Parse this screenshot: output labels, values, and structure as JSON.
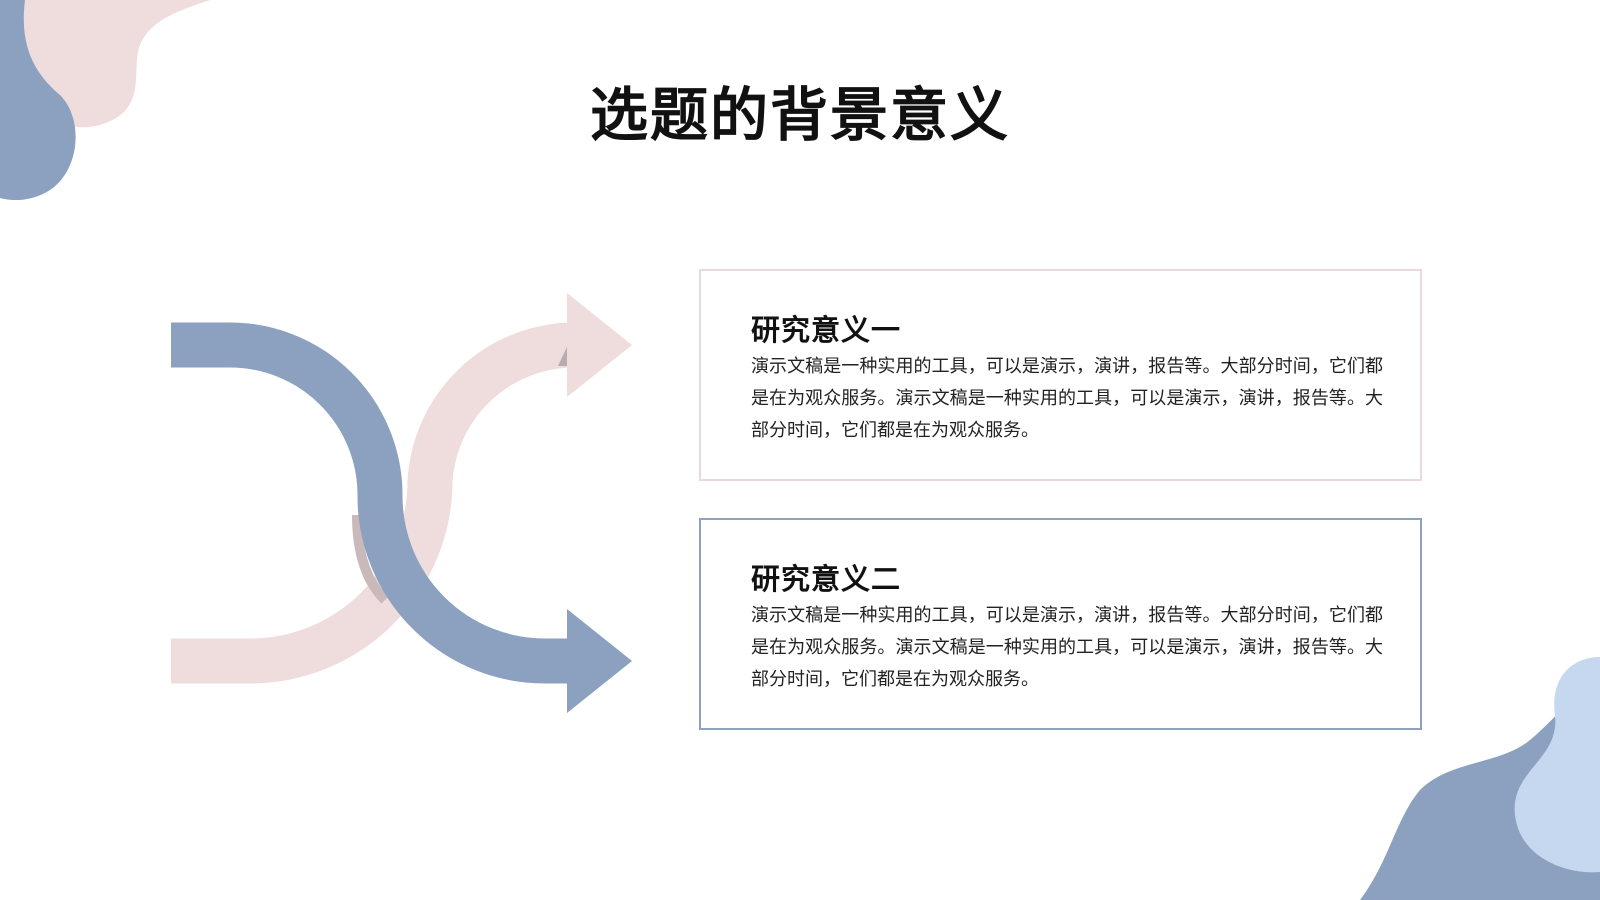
{
  "title": "选题的背景意义",
  "colors": {
    "blue": "#8ba1bf",
    "pink": "#efdcdc",
    "light_blue": "#c5d8ef",
    "card1_border": "#ead9dc",
    "card2_border": "#8ea1c1"
  },
  "cards": [
    {
      "heading": "研究意义一",
      "body": "演示文稿是一种实用的工具，可以是演示，演讲，报告等。大部分时间，它们都是在为观众服务。演示文稿是一种实用的工具，可以是演示，演讲，报告等。大部分时间，它们都是在为观众服务。"
    },
    {
      "heading": "研究意义二",
      "body": "演示文稿是一种实用的工具，可以是演示，演讲，报告等。大部分时间，它们都是在为观众服务。演示文稿是一种实用的工具，可以是演示，演讲，报告等。大部分时间，它们都是在为观众服务。"
    }
  ]
}
